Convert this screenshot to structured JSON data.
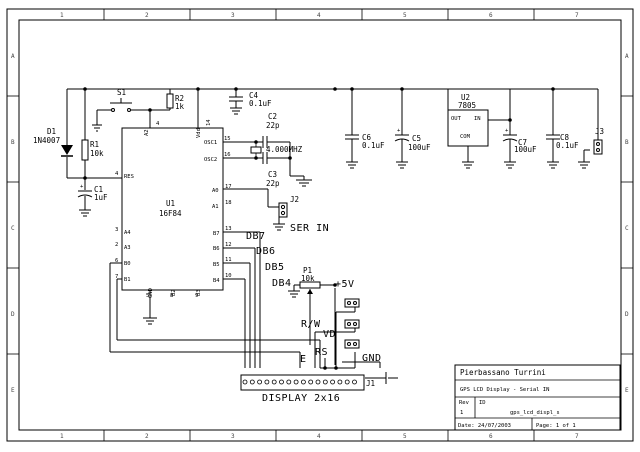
{
  "border": {
    "cols": [
      "1",
      "2",
      "3",
      "4",
      "5",
      "6",
      "7"
    ],
    "rows": [
      "A",
      "B",
      "C",
      "D",
      "E"
    ]
  },
  "components": {
    "d1": {
      "ref": "D1",
      "value": "1N4007"
    },
    "r1": {
      "ref": "R1",
      "value": "10k"
    },
    "c1": {
      "ref": "C1",
      "value": "1uF"
    },
    "s1": {
      "ref": "S1"
    },
    "r2": {
      "ref": "R2",
      "value": "1k"
    },
    "c4": {
      "ref": "C4",
      "value": "0.1uF"
    },
    "c2": {
      "ref": "C2",
      "value": "22p"
    },
    "x1": {
      "value": "4.000MHZ"
    },
    "c3": {
      "ref": "C3",
      "value": "22p"
    },
    "u1": {
      "ref": "U1",
      "value": "16F84"
    },
    "j2": {
      "ref": "J2",
      "label": "SER IN"
    },
    "p1": {
      "ref": "P1",
      "value": "10k"
    },
    "c6": {
      "ref": "C6",
      "value": "0.1uF"
    },
    "c5": {
      "ref": "C5",
      "value": "100uF"
    },
    "u2": {
      "ref": "U2",
      "value": "7805",
      "pin_out": "OUT",
      "pin_in": "IN",
      "pin_com": "COM"
    },
    "c7": {
      "ref": "C7",
      "value": "100uF"
    },
    "c8": {
      "ref": "C8",
      "value": "0.1uF"
    },
    "j3": {
      "ref": "J3"
    },
    "j1": {
      "ref": "J1"
    }
  },
  "u1_pins": {
    "a2": "A2",
    "vdd": "Vdd",
    "n14": "14",
    "n4": "4",
    "res": "RES",
    "osc1": "OSC1",
    "n15": "15",
    "osc2": "OSC2",
    "n16": "16",
    "a0": "A0",
    "n17": "17",
    "a1": "A1",
    "n18": "18",
    "a4": "A4",
    "n3": "3",
    "a3": "A3",
    "n2": "2",
    "b0": "B0",
    "n6": "6",
    "b1": "B1",
    "n7": "7",
    "gnd": "GND",
    "n5": "5",
    "b2": "B2",
    "n8": "8",
    "b3": "B3",
    "n9": "9",
    "b7": "B7",
    "n13": "13",
    "b6": "B6",
    "n12": "12",
    "b5": "B5",
    "n11": "11",
    "b4": "B4",
    "n10": "10"
  },
  "nets": {
    "db7": "DB7",
    "db6": "DB6",
    "db5": "DB5",
    "db4": "DB4",
    "plus5v": "+5V",
    "rw": "R/W",
    "vd": "VD",
    "rs": "RS",
    "e": "E",
    "gnd": "GND"
  },
  "display_label": "DISPLAY 2x16",
  "title_block": {
    "author": "Pierbassano Turrini",
    "title": "GPS LCD Display - Serial IN",
    "rev_label": "Rev",
    "rev_value": "1",
    "id_label": "ID",
    "id_value": "gps_lcd_displ_s",
    "date": "Date: 24/07/2003",
    "page": "Page: 1 of 1"
  }
}
